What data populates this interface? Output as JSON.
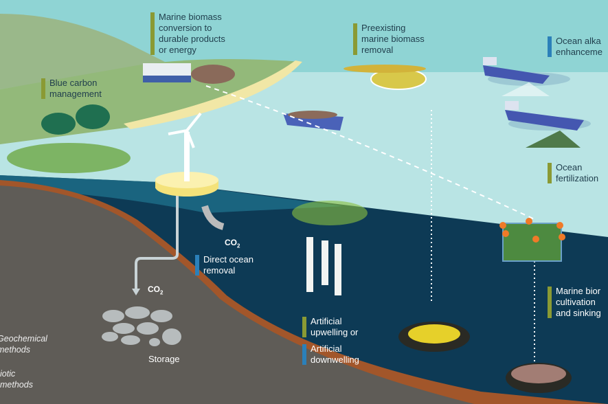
{
  "labels": {
    "marine_biomass_conversion": "Marine biomass\nconversion to\ndurable products\nor energy",
    "preexisting_removal": "Preexisting\nmarine biomass\nremoval",
    "ocean_alkalinity": "Ocean alka\nenhanceme",
    "blue_carbon": "Blue carbon\nmanagement",
    "ocean_fertilization": "Ocean\nfertilization",
    "direct_ocean_removal": "Direct ocean\nremoval",
    "artificial_upwelling": "Artificial\nupwelling or",
    "artificial_downwelling": "Artificial\ndownwelling",
    "marine_biomass_cultivation": "Marine bior\ncultivation\nand sinking"
  },
  "co2": {
    "symbol": "CO",
    "subscript": "2"
  },
  "storage": "Storage",
  "legend": {
    "geochemical": "Geochemical\nmethods",
    "biotic": "iotic\nmethods"
  },
  "colors": {
    "biotic": "#8a9a34",
    "geochemical": "#2b80b9",
    "deep_ocean": "#0d3a55",
    "seafloor": "#5f5c57",
    "sky": "#8fd4d4"
  }
}
